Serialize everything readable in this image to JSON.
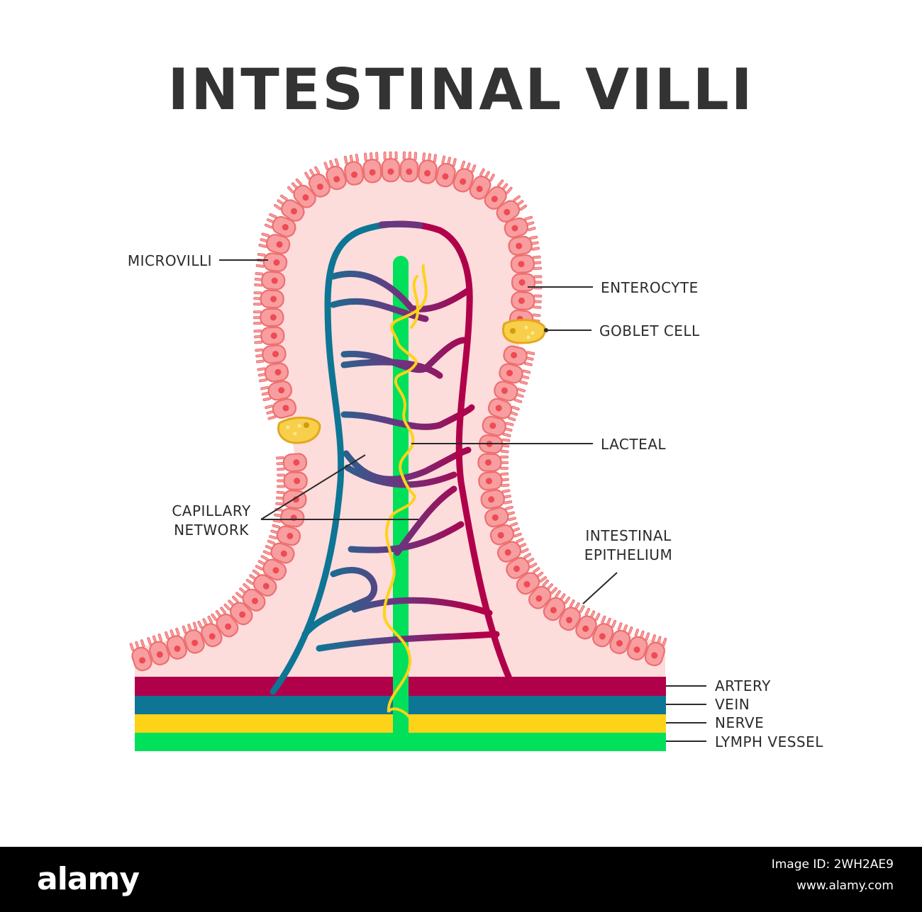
{
  "title": "INTESTINAL VILLI",
  "labels": {
    "microvilli": "MICROVILLI",
    "enterocyte": "ENTEROCYTE",
    "goblet_cell": "GOBLET CELL",
    "lacteal": "LACTEAL",
    "capillary_network": [
      "CAPILLARY",
      "NETWORK"
    ],
    "intestinal_epithelium": [
      "INTESTINAL",
      "EPITHELIUM"
    ],
    "artery": "ARTERY",
    "vein": "VEIN",
    "nerve": "NERVE",
    "lymph_vessel": "LYMPH VESSEL"
  },
  "colors": {
    "artery": "#b0004a",
    "vein": "#0e7594",
    "nerve": "#fdd319",
    "lymph": "#00e05a",
    "tissue": "#fddcdc",
    "cell": "#f89ea0",
    "cell_outline": "#ee6f6f",
    "nucleus": "#ee4b52",
    "goblet": "#f8cf4a",
    "goblet_outline": "#e3a81b"
  },
  "watermark": {
    "logo": "alamy",
    "image_id_line": "Image ID: 2WH2AE9",
    "site": "www.alamy.com"
  }
}
